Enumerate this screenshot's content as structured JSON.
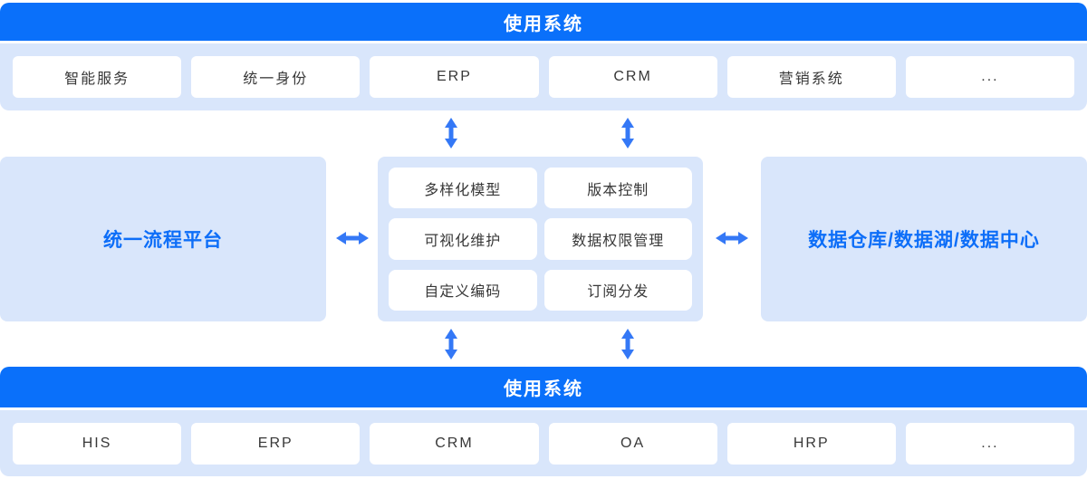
{
  "colors": {
    "page_bg": "#ffffff",
    "banner_blue": "#0a70fa",
    "panel_light_blue": "#d9e6fb",
    "box_white": "#ffffff",
    "arrow_blue": "#3478f6",
    "title_blue": "#0d6ef8",
    "text_dark": "#383838"
  },
  "top_section": {
    "banner_label": "使用系统",
    "systems": [
      "智能服务",
      "统一身份",
      "ERP",
      "CRM",
      "营销系统",
      "..."
    ]
  },
  "middle_section": {
    "left_panel_title": "统一流程平台",
    "center_features": [
      "多样化模型",
      "版本控制",
      "可视化维护",
      "数据权限管理",
      "自定义编码",
      "订阅分发"
    ],
    "right_panel_title": "数据仓库/数据湖/数据中心"
  },
  "bottom_section": {
    "banner_label": "使用系统",
    "systems": [
      "HIS",
      "ERP",
      "CRM",
      "OA",
      "HRP",
      "..."
    ]
  },
  "icons": {
    "horizontal_arrow": "double-headed-horizontal-arrow",
    "vertical_arrow": "double-headed-vertical-arrow"
  }
}
